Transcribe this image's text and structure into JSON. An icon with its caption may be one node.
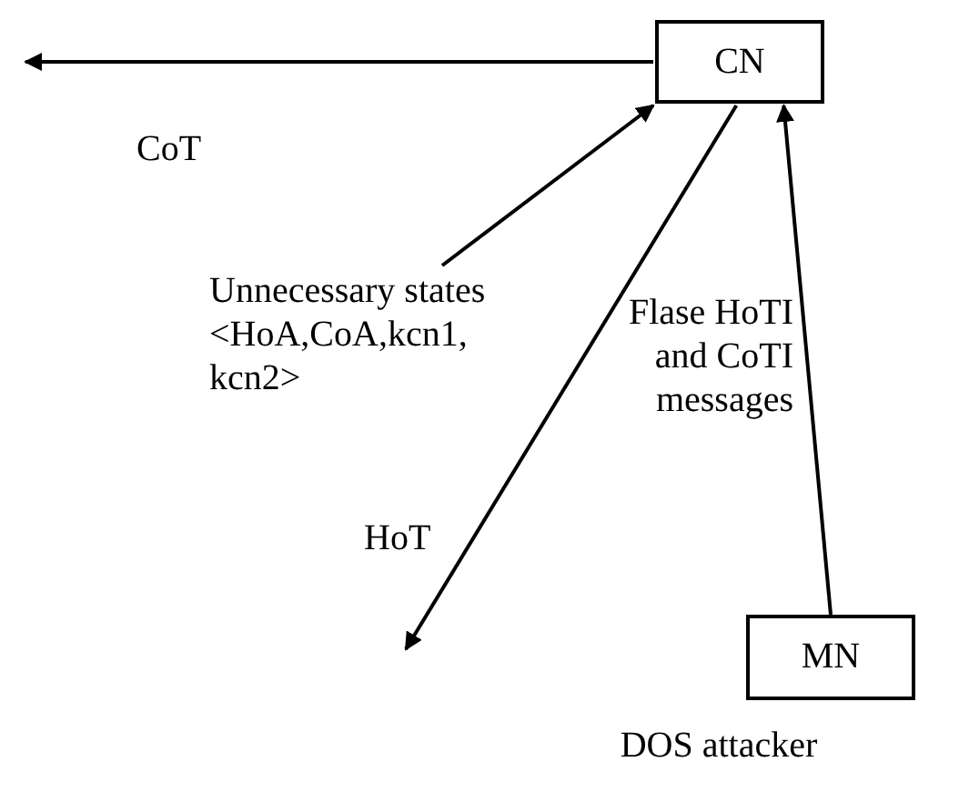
{
  "diagram": {
    "nodes": [
      {
        "text": [
          "CN"
        ]
      },
      {
        "text": [
          "MN"
        ],
        "beside": [
          "DOS attacker"
        ]
      }
    ],
    "edges": [
      {
        "from": 0,
        "to": null,
        "arrow": "to",
        "label": "CoT"
      },
      {
        "from": null,
        "to": 0,
        "arrow": "to",
        "label": "Unnecessary states <HoA,CoA,kcn1, kcn2>"
      },
      {
        "from": 0,
        "to": null,
        "arrow": "to",
        "label": "HoT"
      },
      {
        "from": 1,
        "to": 0,
        "arrow": "to",
        "label": "Flase HoTI and CoTI messages"
      }
    ]
  }
}
